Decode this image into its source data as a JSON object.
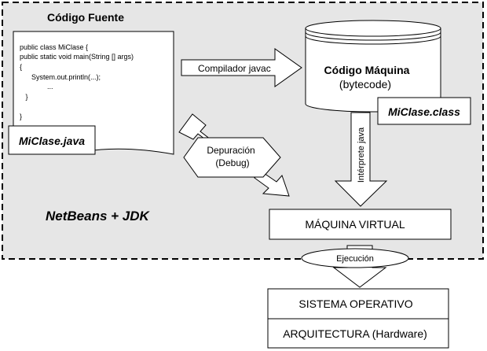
{
  "region": {
    "title": "NetBeans + JDK"
  },
  "source": {
    "title": "Código Fuente",
    "code": [
      "public class MiClase {",
      "   public static void main(String [] args)",
      "   {",
      "      System.out.println(...);",
      "              ...",
      "   }",
      "",
      "}"
    ],
    "file_label": "MiClase.java"
  },
  "compile": {
    "label": "Compilador javac"
  },
  "bytecode": {
    "title": "Código Máquina",
    "subtitle": "(bytecode)",
    "file_label": "MiClase.class"
  },
  "debug": {
    "line1": "Depuración",
    "line2": "(Debug)"
  },
  "interpret": {
    "label": "Intérprete java"
  },
  "vm": {
    "label": "MÁQUINA VIRTUAL"
  },
  "execution": {
    "label": "Ejecución"
  },
  "os": {
    "label": "SISTEMA OPERATIVO"
  },
  "arch": {
    "label": "ARQUITECTURA (Hardware)"
  },
  "colors": {
    "region_fill": "#e6e6e6",
    "box_fill": "#ffffff",
    "stroke": "#000000"
  }
}
